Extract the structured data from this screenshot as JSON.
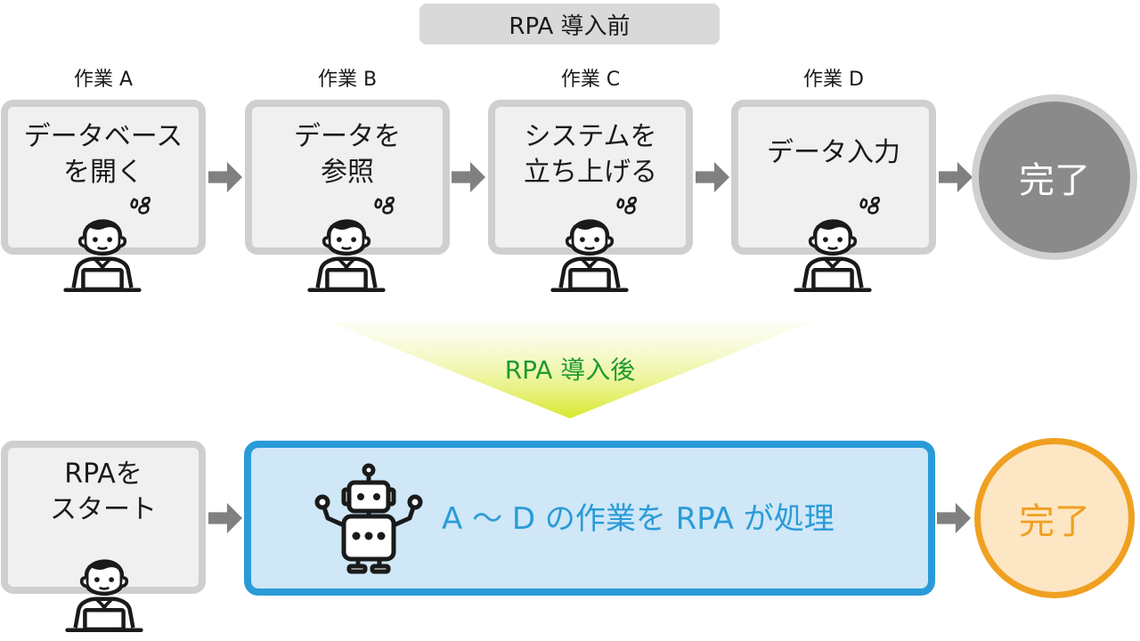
{
  "before": {
    "title": "RPA 導入前",
    "steps": [
      {
        "label": "作業 A",
        "text": "データベース\nを開く"
      },
      {
        "label": "作業 B",
        "text": "データを\n参照"
      },
      {
        "label": "作業 C",
        "text": "システムを\n立ち上げる"
      },
      {
        "label": "作業 D",
        "text": "データ入力"
      }
    ],
    "done": "完了"
  },
  "transition": {
    "label": "RPA 導入後"
  },
  "after": {
    "start_text": "RPAを\nスタート",
    "process_text": "A ～ D の作業を RPA が処理",
    "done": "完了"
  },
  "colors": {
    "box_fill": "#f0f0f0",
    "box_border": "#cfcfcf",
    "arrow": "#808080",
    "rpa_blue": "#2a9bd8",
    "rpa_fill": "#cfe7f7",
    "done_orange": "#f0a020",
    "after_green": "#1e9a2e",
    "funnel_yellow": "#d8e82a"
  },
  "icons": [
    "worker-icon",
    "sweat-drops-icon",
    "robot-icon",
    "arrow-right-icon"
  ]
}
